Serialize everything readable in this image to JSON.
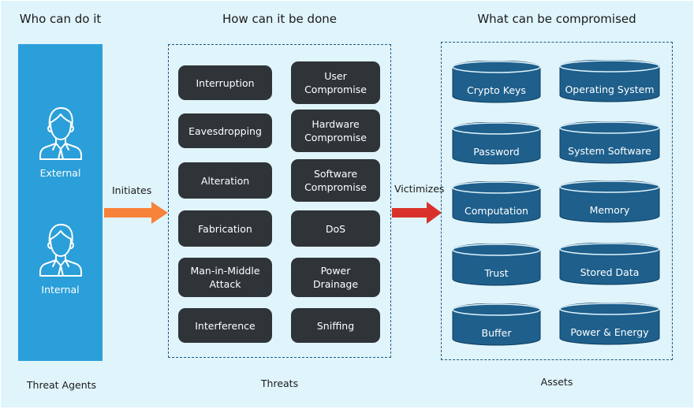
{
  "headings": {
    "agents": "Who can do it",
    "threats": "How can it be done",
    "assets": "What can be compromised"
  },
  "footers": {
    "agents": "Threat Agents",
    "threats": "Threats",
    "assets": "Assets"
  },
  "agents": [
    {
      "label": "External",
      "icon": "person-icon"
    },
    {
      "label": "Internal",
      "icon": "person-icon"
    }
  ],
  "arrows": {
    "initiates": {
      "label": "Initiates",
      "color": "#f7823a"
    },
    "victimizes": {
      "label": "Victimizes",
      "color": "#d9322b"
    }
  },
  "threats_left": [
    "Interruption",
    "Eavesdropping",
    "Alteration",
    "Fabrication",
    "Man-in-Middle\nAttack",
    "Interference"
  ],
  "threats_right": [
    "User\nCompromise",
    "Hardware\nCompromise",
    "Software\nCompromise",
    "DoS",
    "Power\nDrainage",
    "Sniffing"
  ],
  "assets_left": [
    "Crypto Keys",
    "Password",
    "Computation",
    "Trust",
    "Buffer"
  ],
  "assets_right": [
    "Operating System",
    "System Software",
    "Memory",
    "Stored Data",
    "Power & Energy"
  ],
  "colors": {
    "background": "#e0f4fc",
    "agents_panel": "#2b9fd9",
    "threat_box": "#2f3438",
    "asset_cylinder": "#1e5f8c",
    "dashed_border": "#1d5b7f"
  }
}
